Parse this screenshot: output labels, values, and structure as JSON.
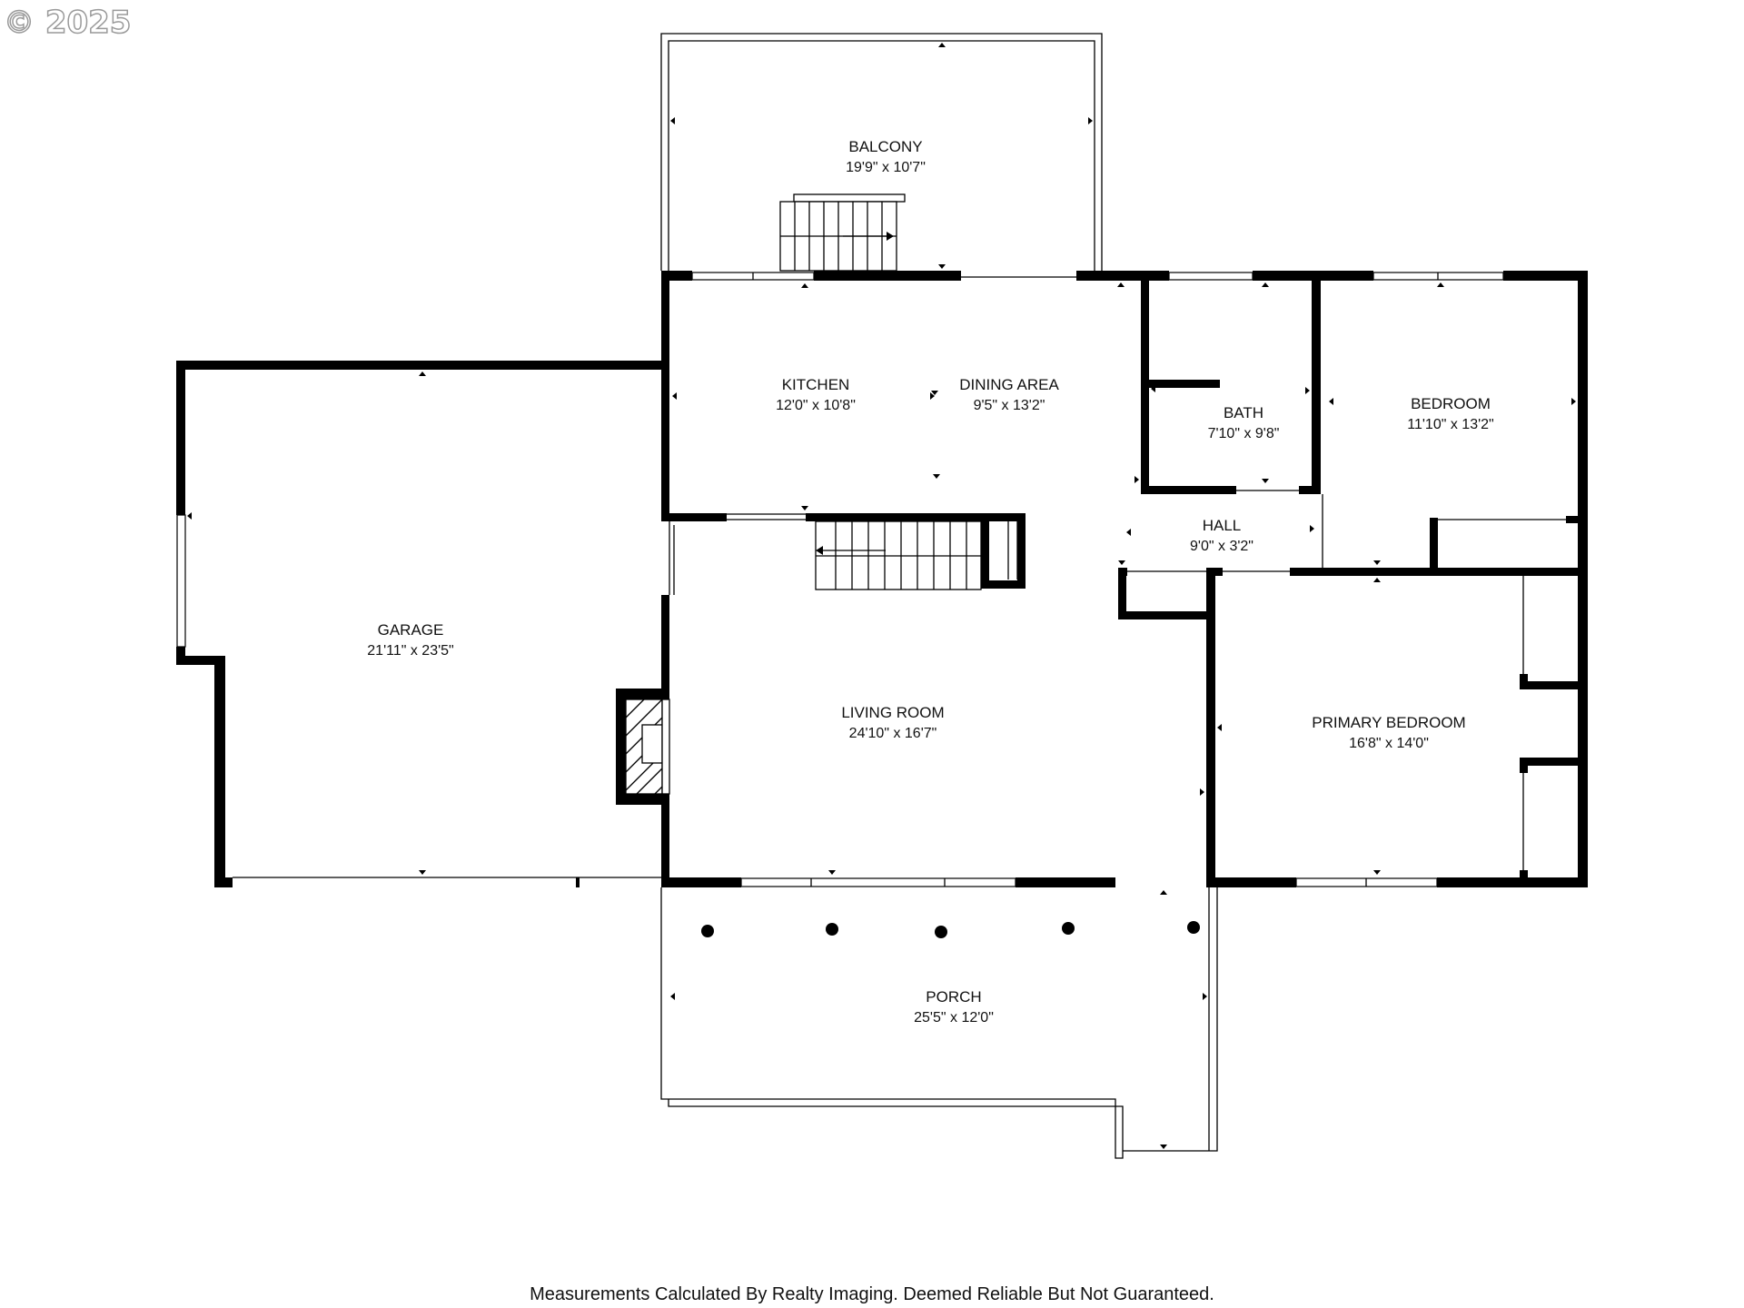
{
  "copyright": "© 2025",
  "rooms": {
    "balcony": {
      "name": "BALCONY",
      "dim": "19'9\" x 10'7\""
    },
    "kitchen": {
      "name": "KITCHEN",
      "dim": "12'0\" x 10'8\""
    },
    "dining": {
      "name": "DINING AREA",
      "dim": "9'5\" x 13'2\""
    },
    "bath": {
      "name": "BATH",
      "dim": "7'10\" x 9'8\""
    },
    "bedroom": {
      "name": "BEDROOM",
      "dim": "11'10\" x 13'2\""
    },
    "hall": {
      "name": "HALL",
      "dim": "9'0\" x 3'2\""
    },
    "garage": {
      "name": "GARAGE",
      "dim": "21'11\" x 23'5\""
    },
    "living": {
      "name": "LIVING ROOM",
      "dim": "24'10\" x 16'7\""
    },
    "primary": {
      "name": "PRIMARY BEDROOM",
      "dim": "16'8\" x 14'0\""
    },
    "porch": {
      "name": "PORCH",
      "dim": "25'5\" x 12'0\""
    }
  },
  "footer": "Measurements Calculated By Realty Imaging.  Deemed Reliable But Not Guaranteed."
}
